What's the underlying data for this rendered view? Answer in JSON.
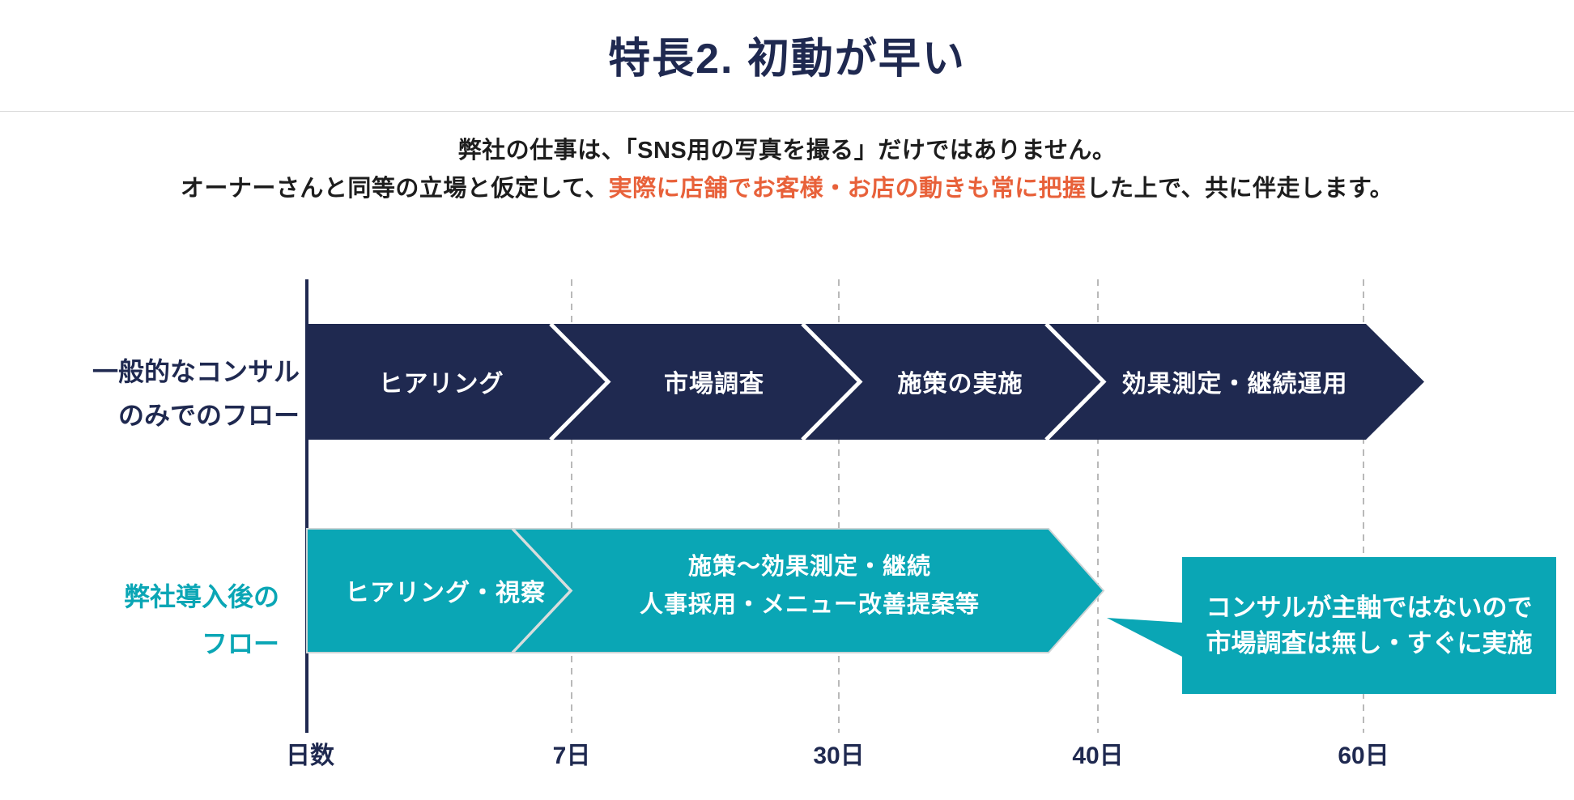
{
  "title": "特長2. 初動が早い",
  "subtitle": {
    "line1": "弊社の仕事は、「SNS用の写真を撮る」だけではありません。",
    "line2_prefix": "オーナーさんと同等の立場と仮定して、",
    "line2_highlight": "実際に店舗でお客様・お店の動きも常に把握",
    "line2_suffix": "した上で、共に伴走します。"
  },
  "flows": {
    "generic": {
      "label": [
        "一般的なコンサル",
        "のみでのフロー"
      ],
      "segments": [
        "ヒアリング",
        "市場調査",
        "施策の実施",
        "効果測定・継続運用"
      ]
    },
    "company": {
      "label": [
        "弊社導入後の",
        "フロー"
      ],
      "segments": [
        "ヒアリング・視察"
      ],
      "segment2": [
        "施策～効果測定・継続",
        "人事採用・メニュー改善提案等"
      ]
    }
  },
  "callout": {
    "lines": [
      "コンサルが主軸ではないので",
      "市場調査は無し・すぐに実施"
    ]
  },
  "timeline": {
    "axis_label": "日数",
    "ticks": [
      "日数",
      "7日",
      "30日",
      "40日",
      "60日"
    ]
  },
  "colors": {
    "navy": "#1f2950",
    "teal": "#0aa6b5",
    "orange": "#e8613a",
    "grid": "#b9b9b9",
    "white": "#ffffff"
  }
}
